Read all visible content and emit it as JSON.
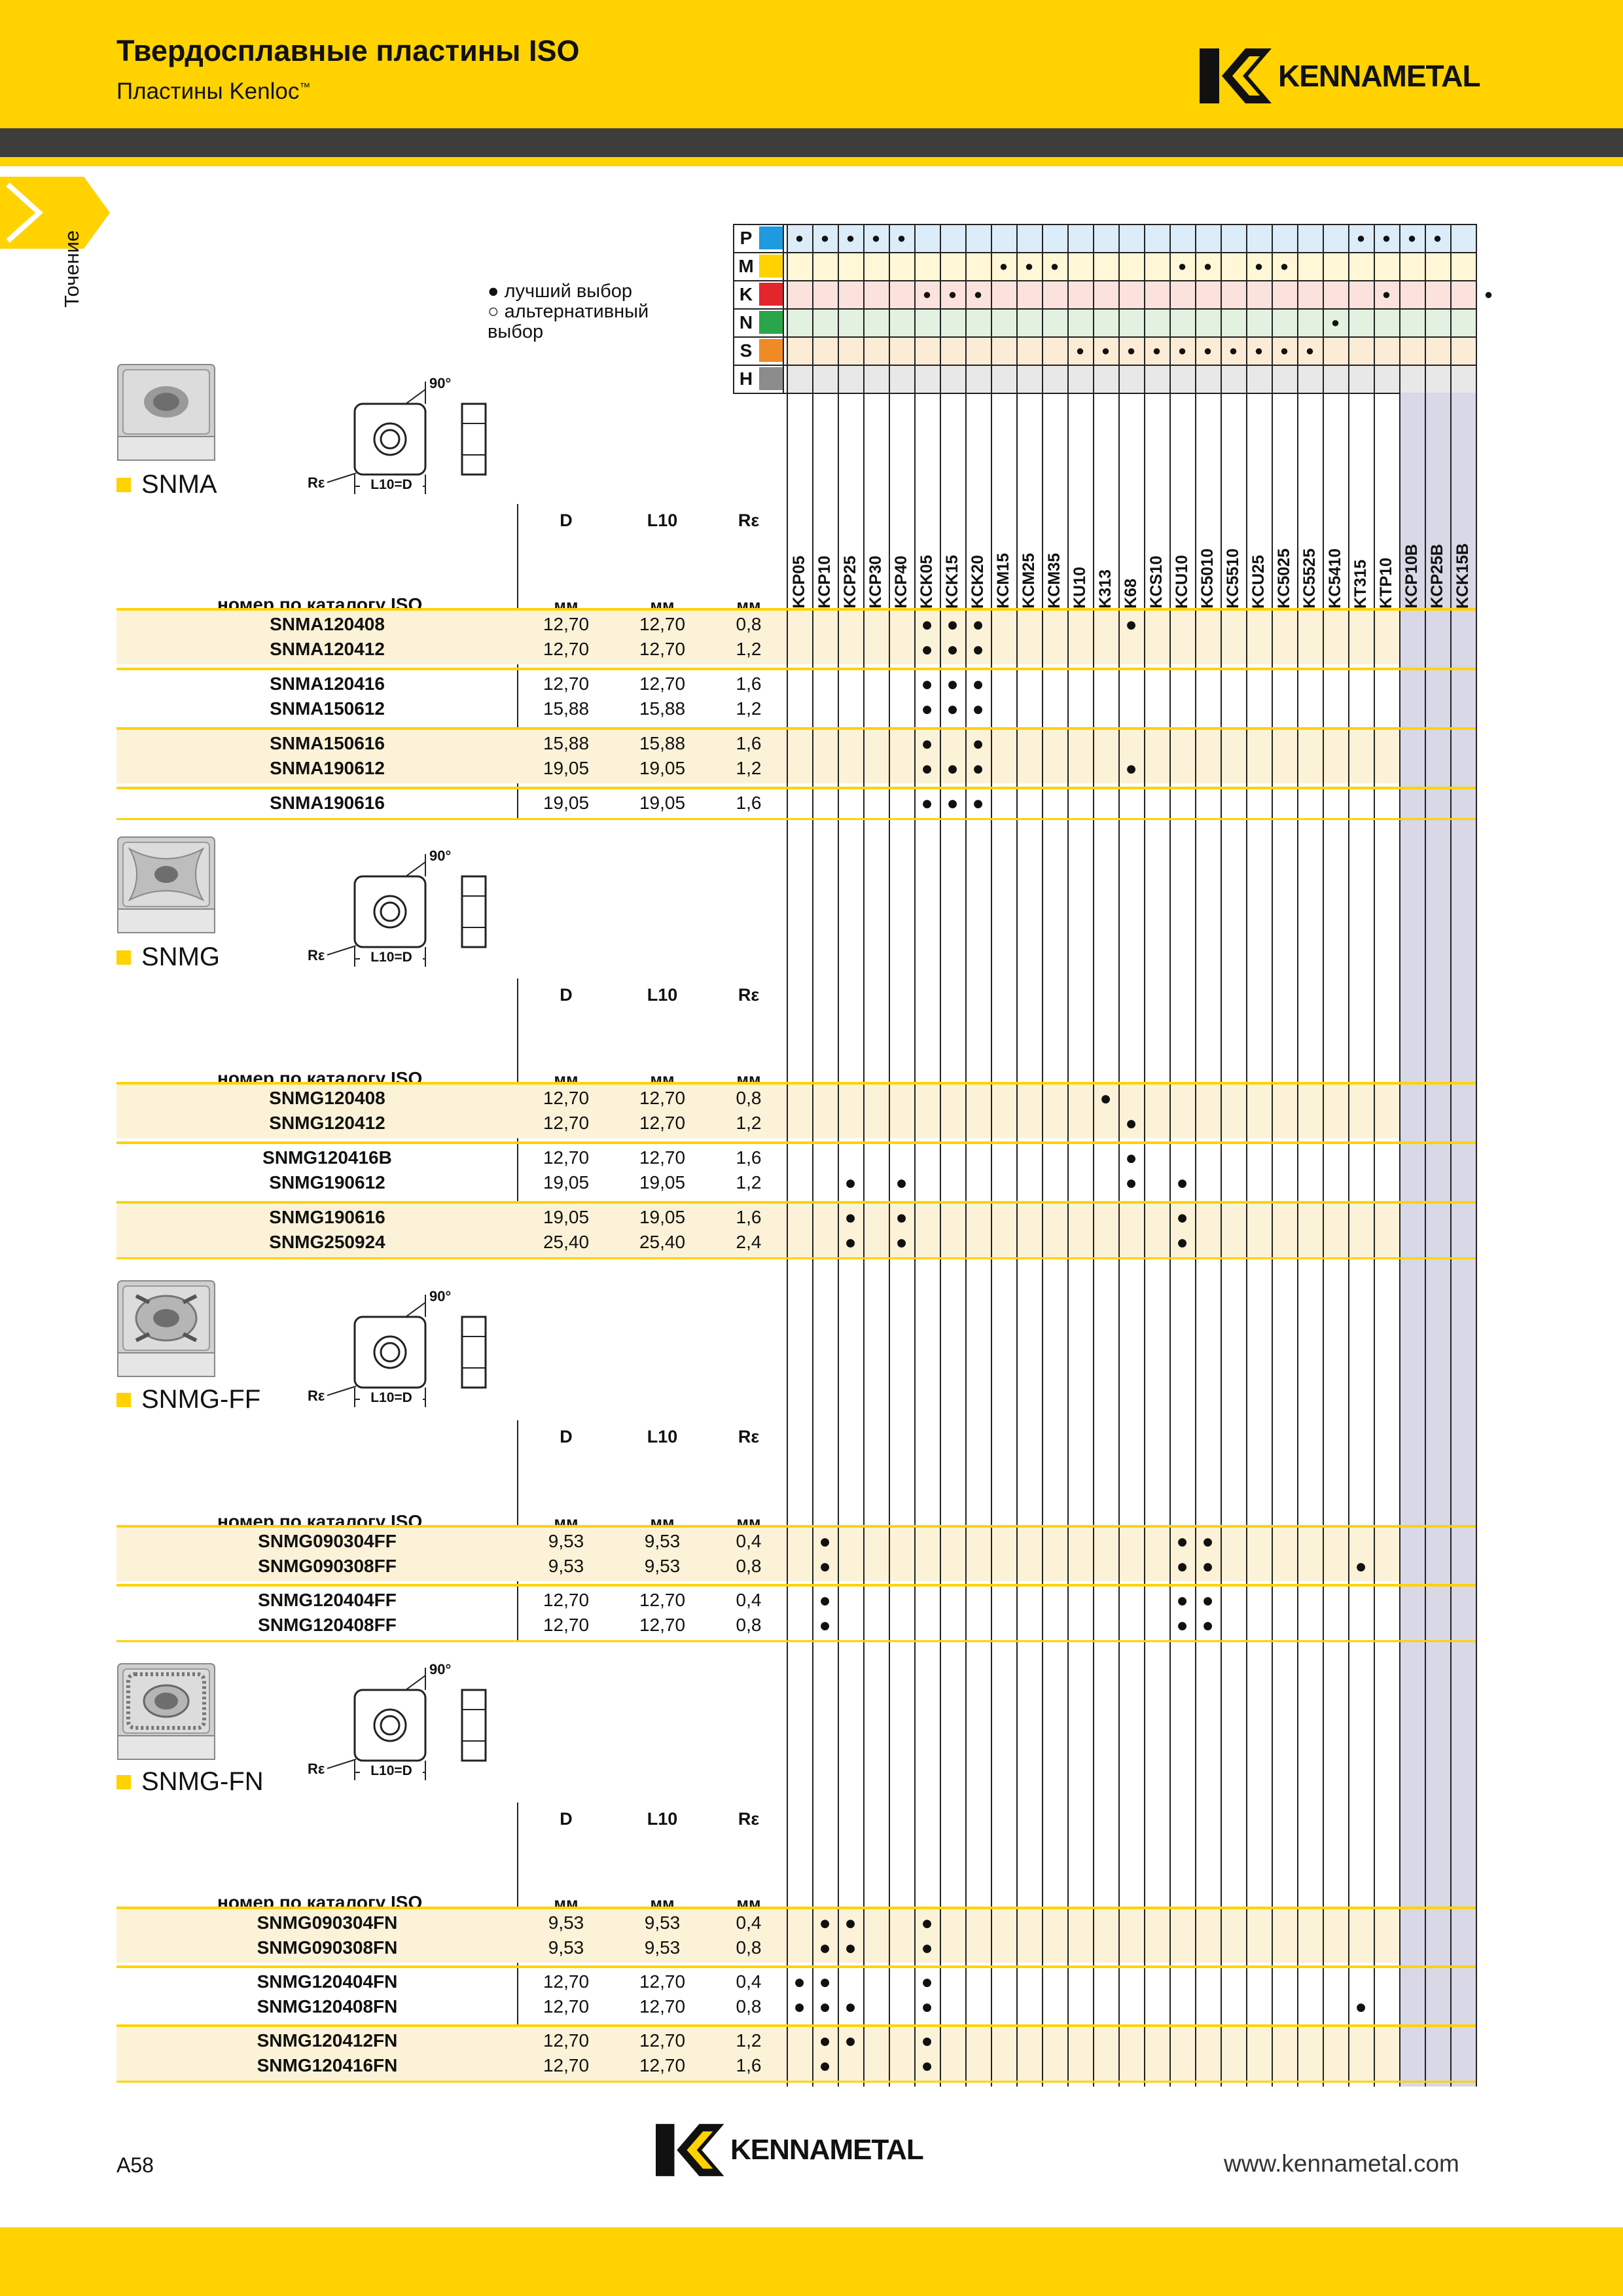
{
  "header": {
    "title": "Твердосплавные пластины ISO",
    "subtitle": "Пластины Kenloc",
    "subtitle_tm": "™",
    "brand": "KENNAMETAL"
  },
  "side_tab": {
    "label": "Точение"
  },
  "legend": {
    "best": "лучший выбор",
    "alternative": "альтернативный выбор"
  },
  "materials": [
    {
      "code": "P",
      "color": "#1e9ae0",
      "band": "#dcecf8"
    },
    {
      "code": "M",
      "color": "#ffd200",
      "band": "#fff7d6"
    },
    {
      "code": "K",
      "color": "#e3262a",
      "band": "#fbe2dc"
    },
    {
      "code": "N",
      "color": "#2aa64a",
      "band": "#e2f1e0"
    },
    {
      "code": "S",
      "color": "#f08a24",
      "band": "#fcecd6"
    },
    {
      "code": "H",
      "color": "#8c8c8c",
      "band": "#e8e8e8"
    }
  ],
  "material_marks": {
    "P": [
      0,
      1,
      2,
      3,
      4,
      22,
      23,
      24,
      25
    ],
    "M": [
      8,
      9,
      10,
      15,
      16,
      18,
      19
    ],
    "K": [
      5,
      6,
      7,
      23,
      27
    ],
    "N": [
      21
    ],
    "S": [
      11,
      12,
      13,
      14,
      15,
      16,
      17,
      18,
      19,
      20
    ],
    "H": []
  },
  "grades": [
    "KCP05",
    "KCP10",
    "KCP25",
    "KCP30",
    "KCP40",
    "KCK05",
    "KCK15",
    "KCK20",
    "KCM15",
    "KCM25",
    "KCM35",
    "KU10",
    "K313",
    "K68",
    "KCS10",
    "KCU10",
    "KC5010",
    "KC5510",
    "KCU25",
    "KC5025",
    "KC5525",
    "KC5410",
    "KT315",
    "KTP10",
    "KCP10B",
    "KCP25B",
    "KCK15B"
  ],
  "column_headers": {
    "d": "D",
    "l10": "L10",
    "re": "Rε",
    "iso": "номер по каталогу ISO",
    "unit": "мм"
  },
  "diagram_labels": {
    "angle": "90°",
    "re": "Rε",
    "dim": "L10=D"
  },
  "sections": [
    {
      "name": "SNMA",
      "rows": [
        {
          "code": "SNMA120408",
          "d": "12,70",
          "l10": "12,70",
          "re": "0,8",
          "marks": [
            5,
            6,
            7,
            13
          ]
        },
        {
          "code": "SNMA120412",
          "d": "12,70",
          "l10": "12,70",
          "re": "1,2",
          "marks": [
            5,
            6,
            7
          ]
        },
        {
          "code": "SNMA120416",
          "d": "12,70",
          "l10": "12,70",
          "re": "1,6",
          "marks": [
            5,
            6,
            7
          ]
        },
        {
          "code": "SNMA150612",
          "d": "15,88",
          "l10": "15,88",
          "re": "1,2",
          "marks": [
            5,
            6,
            7
          ]
        },
        {
          "code": "SNMA150616",
          "d": "15,88",
          "l10": "15,88",
          "re": "1,6",
          "marks": [
            5,
            7
          ]
        },
        {
          "code": "SNMA190612",
          "d": "19,05",
          "l10": "19,05",
          "re": "1,2",
          "marks": [
            5,
            6,
            7,
            13
          ]
        },
        {
          "code": "SNMA190616",
          "d": "19,05",
          "l10": "19,05",
          "re": "1,6",
          "marks": [
            5,
            6,
            7
          ]
        }
      ]
    },
    {
      "name": "SNMG",
      "rows": [
        {
          "code": "SNMG120408",
          "d": "12,70",
          "l10": "12,70",
          "re": "0,8",
          "marks": [
            12
          ]
        },
        {
          "code": "SNMG120412",
          "d": "12,70",
          "l10": "12,70",
          "re": "1,2",
          "marks": [
            13
          ]
        },
        {
          "code": "SNMG120416B",
          "d": "12,70",
          "l10": "12,70",
          "re": "1,6",
          "marks": [
            13
          ]
        },
        {
          "code": "SNMG190612",
          "d": "19,05",
          "l10": "19,05",
          "re": "1,2",
          "marks": [
            2,
            4,
            13,
            15
          ]
        },
        {
          "code": "SNMG190616",
          "d": "19,05",
          "l10": "19,05",
          "re": "1,6",
          "marks": [
            2,
            4,
            15
          ]
        },
        {
          "code": "SNMG250924",
          "d": "25,40",
          "l10": "25,40",
          "re": "2,4",
          "marks": [
            2,
            4,
            15
          ]
        }
      ]
    },
    {
      "name": "SNMG-FF",
      "rows": [
        {
          "code": "SNMG090304FF",
          "d": "9,53",
          "l10": "9,53",
          "re": "0,4",
          "marks": [
            1,
            15,
            16
          ]
        },
        {
          "code": "SNMG090308FF",
          "d": "9,53",
          "l10": "9,53",
          "re": "0,8",
          "marks": [
            1,
            15,
            16,
            22
          ]
        },
        {
          "code": "SNMG120404FF",
          "d": "12,70",
          "l10": "12,70",
          "re": "0,4",
          "marks": [
            1,
            15,
            16
          ]
        },
        {
          "code": "SNMG120408FF",
          "d": "12,70",
          "l10": "12,70",
          "re": "0,8",
          "marks": [
            1,
            15,
            16
          ]
        }
      ]
    },
    {
      "name": "SNMG-FN",
      "rows": [
        {
          "code": "SNMG090304FN",
          "d": "9,53",
          "l10": "9,53",
          "re": "0,4",
          "marks": [
            1,
            2,
            5
          ]
        },
        {
          "code": "SNMG090308FN",
          "d": "9,53",
          "l10": "9,53",
          "re": "0,8",
          "marks": [
            1,
            2,
            5
          ]
        },
        {
          "code": "SNMG120404FN",
          "d": "12,70",
          "l10": "12,70",
          "re": "0,4",
          "marks": [
            0,
            1,
            5
          ]
        },
        {
          "code": "SNMG120408FN",
          "d": "12,70",
          "l10": "12,70",
          "re": "0,8",
          "marks": [
            0,
            1,
            2,
            5,
            22
          ]
        },
        {
          "code": "SNMG120412FN",
          "d": "12,70",
          "l10": "12,70",
          "re": "1,2",
          "marks": [
            1,
            2,
            5
          ]
        },
        {
          "code": "SNMG120416FN",
          "d": "12,70",
          "l10": "12,70",
          "re": "1,6",
          "marks": [
            1,
            5
          ]
        }
      ]
    }
  ],
  "footer": {
    "page": "A58",
    "website": "www.kennametal.com",
    "brand": "KENNAMETAL"
  },
  "colors": {
    "yellow": "#FFD200",
    "dark_grey": "#3d3d3d",
    "row_shade": "#FCF2D8",
    "blue_cols": "#d8d8e6"
  }
}
